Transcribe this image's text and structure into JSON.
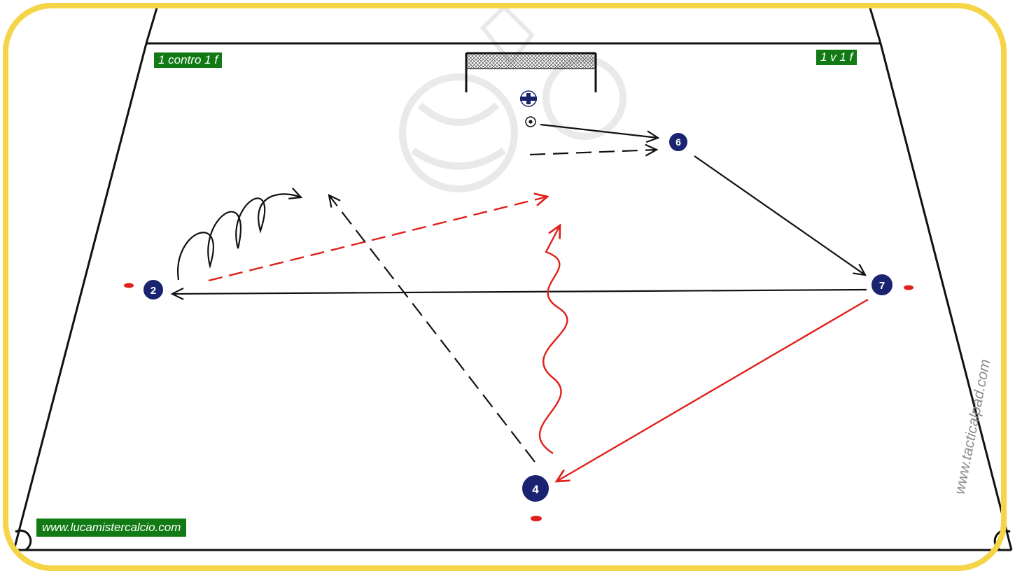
{
  "labels": {
    "top_left": "1 contro 1 f",
    "top_right": "1 v 1 f",
    "bottom_left": "www.lucamistercalcio.com",
    "watermark_side": "www.tacticalpad.com"
  },
  "players": [
    {
      "id": "p2",
      "number": "2"
    },
    {
      "id": "p6",
      "number": "6"
    },
    {
      "id": "p7",
      "number": "7"
    },
    {
      "id": "p4",
      "number": "4"
    }
  ],
  "colors": {
    "frame": "#f5d547",
    "field_line": "#111111",
    "label_bg": "#127a14",
    "player_fill": "#1a2370",
    "red_path": "#e0201b",
    "cone": "#e0201b"
  },
  "icons": [
    "goal-net-icon",
    "goalkeeper-icon",
    "ball-icon",
    "cone-icon",
    "ball-watermark-icon"
  ]
}
